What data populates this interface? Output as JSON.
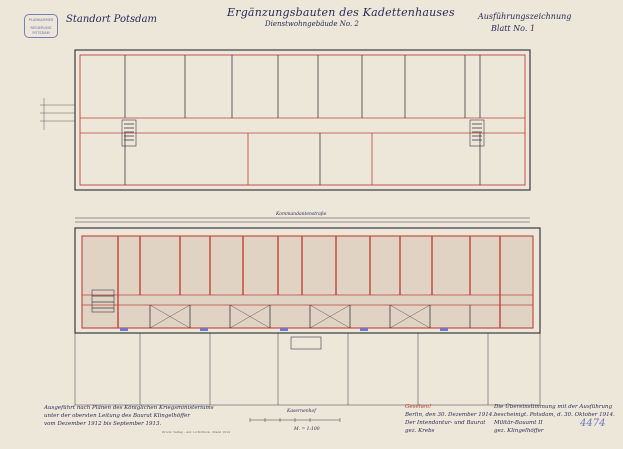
{
  "header": {
    "location": "Standort Potsdam",
    "title": "Ergänzungsbauten des Kadettenhauses",
    "subtitle": "Dienstwohngebäude No. 2",
    "drawing_type": "Ausführungszeichnung",
    "sheet": "Blatt No. 1"
  },
  "stamp": {
    "line1": "PLANKAMMER",
    "line2": "REGIERUNG POTSDAM"
  },
  "plan": {
    "street_label": "Kommandantenstraße",
    "yard_label": "Kasernenhof",
    "scale_label": "M. = 1:100",
    "footnote": "Druck: Verlag - Auf. Lichtdruck - Stand 1914"
  },
  "footer": {
    "left": [
      "Ausgeführt nach Plänen des Königlichen Kriegsministeriums",
      "unter der obersten Leitung des Baurat Klingelhöffer",
      "vom Dezember 1912 bis September 1913."
    ],
    "middle": [
      "Gesehen!",
      "Berlin, den 30. Dezember 1914.",
      "Der Intendantur- und Baurat",
      "gez. Krebs"
    ],
    "right": [
      "Die Übereinstimmung mit der Ausführung",
      "bescheinigt. Potsdam, d. 30. Oktober 1914.",
      "Militär-Bauamt II",
      "gez. Klingelhöffer"
    ],
    "sheet_number": "4474"
  },
  "colors": {
    "ink_blue": "#2a2b5a",
    "wall_red": "#c0433a",
    "paper": "#ece7d8",
    "plan_line": "#3b3a44"
  }
}
